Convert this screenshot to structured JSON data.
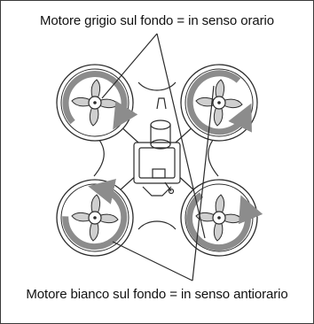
{
  "captions": {
    "top": "Motore grigio sul fondo = in senso orario",
    "bottom": "Motore bianco sul fondo = in senso antiorario"
  },
  "rotors": [
    {
      "position": "front-left",
      "direction": "clockwise",
      "motor_bottom": "grey"
    },
    {
      "position": "front-right",
      "direction": "clockwise",
      "motor_bottom": "grey"
    },
    {
      "position": "rear-left",
      "direction": "counterclockwise",
      "motor_bottom": "white"
    },
    {
      "position": "rear-right",
      "direction": "counterclockwise",
      "motor_bottom": "white"
    }
  ],
  "colors": {
    "outline": "#2b2b2b",
    "arrow": "#8c8c8c",
    "blade": "#cfcfcf",
    "background": "#ffffff"
  }
}
